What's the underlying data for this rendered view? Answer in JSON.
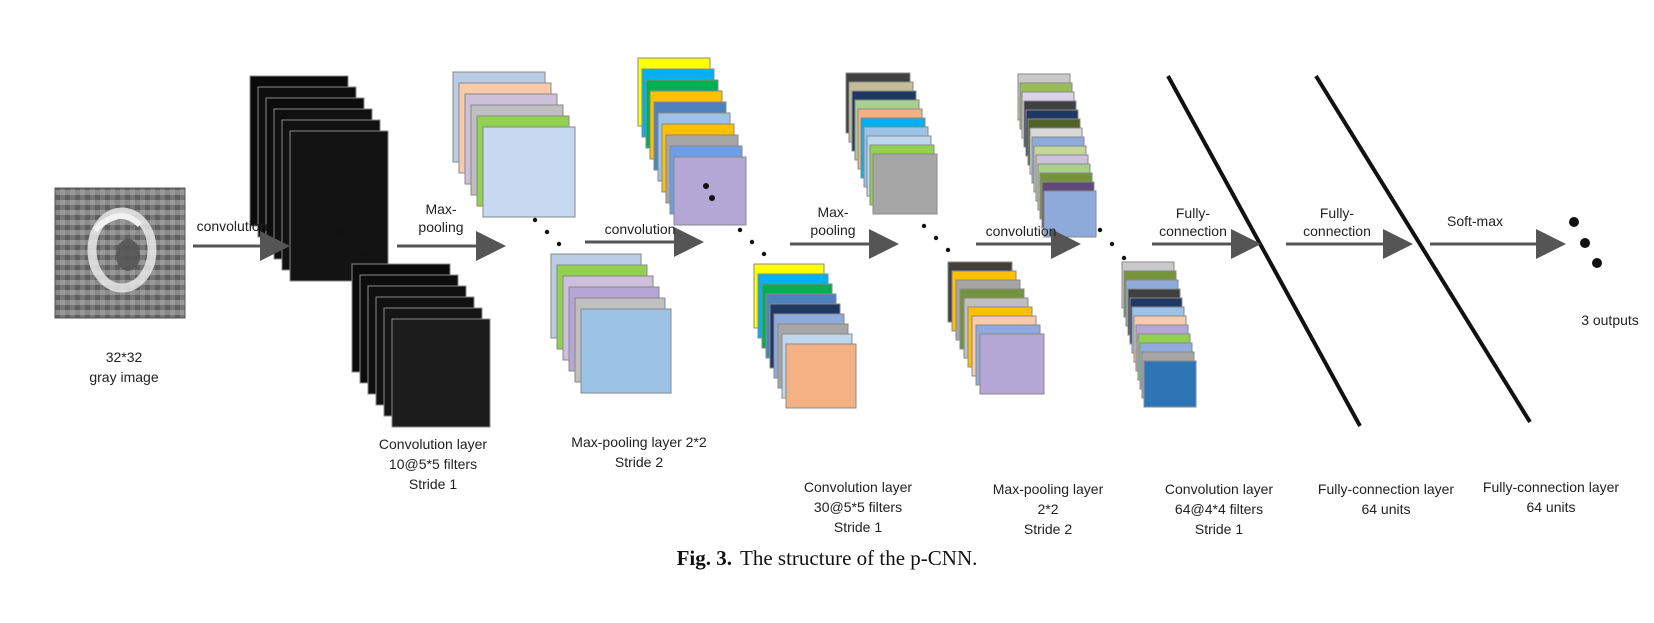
{
  "top_cut_text": "",
  "caption": {
    "fig": "Fig. 3.",
    "text": "The structure of the p-CNN."
  },
  "arrow_labels": {
    "a1": [
      "convolution"
    ],
    "a2": [
      "Max-",
      "pooling"
    ],
    "a3": [
      "convolution"
    ],
    "a4": [
      "Max-",
      "pooling"
    ],
    "a5": [
      "convolution"
    ],
    "a6": [
      "Fully-",
      "connection"
    ],
    "a7": [
      "Fully-",
      "connection"
    ],
    "a8": [
      "Soft-max"
    ]
  },
  "layer_labels": {
    "input": [
      "32*32",
      "gray image"
    ],
    "conv1": [
      "Convolution layer",
      "10@5*5 filters",
      "Stride 1"
    ],
    "pool1": [
      "Max-pooling layer 2*2",
      "Stride 2"
    ],
    "conv2": [
      "Convolution layer",
      "30@5*5 filters",
      "Stride 1"
    ],
    "pool2": [
      "Max-pooling layer",
      "2*2",
      "Stride 2"
    ],
    "conv3": [
      "Convolution layer",
      "64@4*4 filters",
      "Stride 1"
    ],
    "fc1": [
      "Fully-connection layer",
      "64 units"
    ],
    "fc2": [
      "Fully-connection layer",
      "64 units"
    ],
    "output": [
      "3 outputs"
    ]
  },
  "stack_colors": {
    "conv1": [
      "#0a0a0a",
      "#0e0e0e",
      "#0c0c0c",
      "#101010",
      "#111111",
      "#131313"
    ],
    "conv1b": [
      "#0a0a0a",
      "#0d0d0d",
      "#0f0f0f",
      "#111111",
      "#151515",
      "#1c1c1c"
    ],
    "pool1": [
      "#b8cce4",
      "#f7cbac",
      "#ccc0da",
      "#bfbfbf",
      "#92d050",
      "#c6d9f0"
    ],
    "pool1b": [
      "#b8cce4",
      "#92d050",
      "#ccc0da",
      "#b4a7d6",
      "#bfbfbf",
      "#9cc2e5"
    ],
    "conv2": [
      "#ffff00",
      "#00b0f0",
      "#00b050",
      "#ffc000",
      "#4f81bd",
      "#9cc2e5",
      "#ffc000",
      "#a6a6a6",
      "#6d9eeb",
      "#b4a7d6"
    ],
    "conv2b": [
      "#ffff00",
      "#00b0f0",
      "#00b050",
      "#4f81bd",
      "#1f3864",
      "#8faadc",
      "#a6a6a6",
      "#bdd7ee",
      "#f4b183"
    ],
    "pool2": [
      "#404040",
      "#c4bd97",
      "#1f3864",
      "#a9d08e",
      "#f4b183",
      "#00b0f0",
      "#9cc2e5",
      "#bdd7ee",
      "#92d050",
      "#a6a6a6"
    ],
    "pool2b": [
      "#404040",
      "#ffc000",
      "#a5a5a5",
      "#76923c",
      "#bfbfbf",
      "#ffc000",
      "#f8cbad",
      "#8faadc",
      "#b4a7d6"
    ],
    "conv3": [
      "#c9c9c9",
      "#9bbb59",
      "#d9d2e9",
      "#404040",
      "#1f3864",
      "#4f6228",
      "#d9d9d9",
      "#8faadc",
      "#c4d79b",
      "#ccc0da",
      "#a9d08e",
      "#76923c",
      "#5f497a",
      "#8eaadb"
    ],
    "conv3b": [
      "#c9c9c9",
      "#76923c",
      "#8eaadb",
      "#404040",
      "#1f3864",
      "#9cc2e5",
      "#f8cbad",
      "#b4a7d6",
      "#92d050",
      "#8faadc",
      "#a6a6a6",
      "#2e75b6"
    ]
  }
}
